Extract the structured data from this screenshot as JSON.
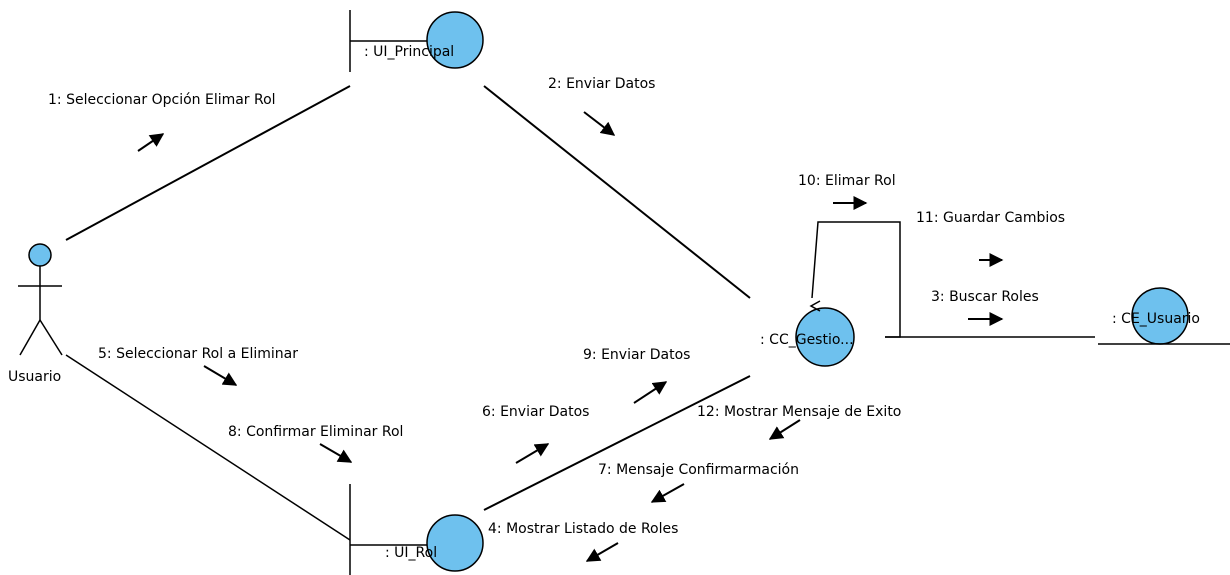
{
  "objects": {
    "actor": "Usuario",
    "ui_principal": ": UI_Principal",
    "ui_rol": ": UI_Rol",
    "cc_gestion": ": CC_Gestio...",
    "ce_usuario": ": CE_Usuario"
  },
  "messages": {
    "m1": "1: Seleccionar Opción Elimar Rol",
    "m2": "2: Enviar Datos",
    "m3": "3: Buscar Roles",
    "m4": "4: Mostrar Listado de Roles",
    "m5": "5: Seleccionar Rol a Eliminar",
    "m6": "6: Enviar Datos",
    "m7": "7: Mensaje Confirmarmación",
    "m8": "8: Confirmar Eliminar Rol",
    "m9": "9: Enviar Datos",
    "m10": "10: Elimar Rol",
    "m11": "11: Guardar Cambios",
    "m12": "12: Mostrar Mensaje de Exito"
  },
  "colors": {
    "object_fill": "#6ec1ee",
    "line": "#000000"
  }
}
